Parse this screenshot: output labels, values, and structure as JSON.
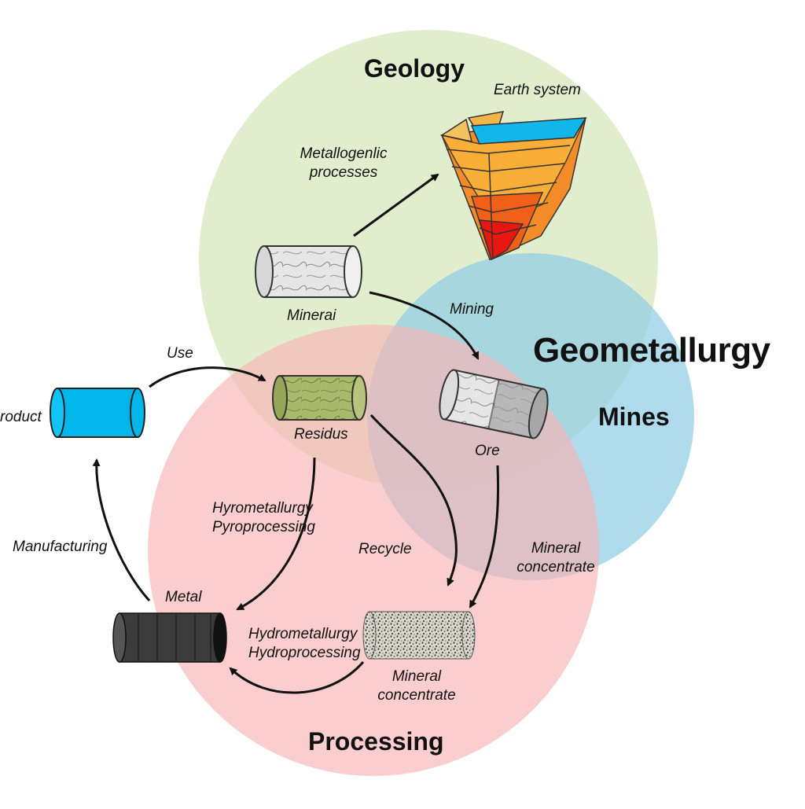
{
  "regions": {
    "geology": "Geology",
    "mines": "Mines",
    "processing": "Processing",
    "center": "Geometallurgy"
  },
  "nodes": {
    "earth_system": "Earth system",
    "mineral": "Minerai",
    "ore": "Ore",
    "residus": "Residus",
    "product": "roduct",
    "metal": "Metal",
    "concentrate": [
      "Mineral",
      "concentrate"
    ]
  },
  "processes": {
    "metallogenic": [
      "Metallogenlic",
      "processes"
    ],
    "mining": "Mining",
    "use": "Use",
    "hyrometallurgy": [
      "Hyrometallurgy",
      "Pyroprocessing"
    ],
    "recycle": "Recycle",
    "mineral_concentrate": [
      "Mineral",
      "concentrate"
    ],
    "manufacturing": "Manufacturing",
    "hydrometallurgy": [
      "Hydrometallurgy",
      "Hydroprocessing"
    ]
  },
  "colors": {
    "geology_fill": "#dcebc4",
    "mines_fill": "#92cde4",
    "processing_fill": "#f7b3b3",
    "product_cylinder": "#00b6ea",
    "residus_cylinder": "#a9b86a",
    "metal_cylinder": "#3b3b3b"
  }
}
